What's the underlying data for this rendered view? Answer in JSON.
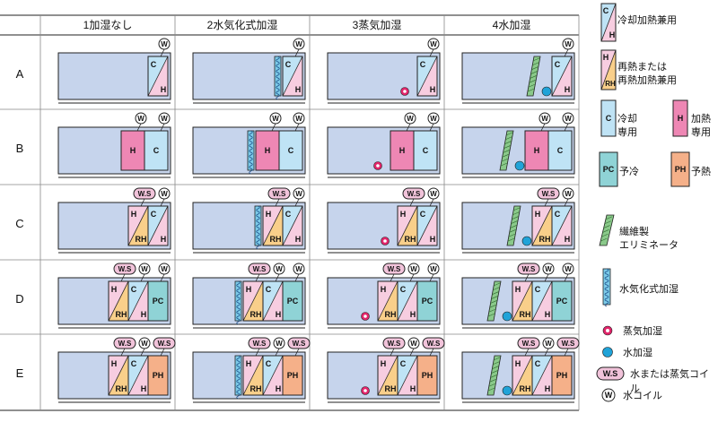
{
  "columns": [
    "1加湿なし",
    "2水気化式加湿",
    "3蒸気加湿",
    "4水加湿"
  ],
  "rows": [
    "A",
    "B",
    "C",
    "D",
    "E"
  ],
  "humidifier_types": [
    "none",
    "vaporizing",
    "steam",
    "water"
  ],
  "row_coils": {
    "A": [
      {
        "kind": "CH",
        "top": "C",
        "bottom": "H",
        "conn": [
          "W"
        ]
      }
    ],
    "B": [
      {
        "kind": "H",
        "top": "H",
        "conn": [
          "W"
        ]
      },
      {
        "kind": "C",
        "top": "C",
        "conn": [
          "W"
        ]
      }
    ],
    "C": [
      {
        "kind": "HRH",
        "top": "H",
        "bottom": "RH",
        "conn": [
          "W.S"
        ]
      },
      {
        "kind": "CH",
        "top": "C",
        "bottom": "H",
        "conn": [
          "W"
        ]
      }
    ],
    "D": [
      {
        "kind": "HRH",
        "top": "H",
        "bottom": "RH",
        "conn": [
          "W.S"
        ]
      },
      {
        "kind": "CH",
        "top": "C",
        "bottom": "H",
        "conn": [
          "W"
        ]
      },
      {
        "kind": "PC",
        "top": "PC",
        "conn": [
          "W"
        ]
      }
    ],
    "E": [
      {
        "kind": "HRH",
        "top": "H",
        "bottom": "RH",
        "conn": [
          "W.S"
        ]
      },
      {
        "kind": "CH",
        "top": "C",
        "bottom": "H",
        "conn": [
          "W"
        ]
      },
      {
        "kind": "PH",
        "top": "PH",
        "conn": [
          "W.S"
        ]
      }
    ]
  },
  "legend": {
    "ch": {
      "top": "C",
      "bottom": "H",
      "text": "冷却加熱兼用"
    },
    "hrh": {
      "top": "H",
      "bottom": "RH",
      "line1": "再熱または",
      "line2": "再熱加熱兼用"
    },
    "c": {
      "badge": "C",
      "line1": "冷却",
      "line2": "専用"
    },
    "h": {
      "badge": "H",
      "line1": "加熱",
      "line2": "専用"
    },
    "pc": {
      "badge": "PC",
      "text": "予冷"
    },
    "ph": {
      "badge": "PH",
      "text": "予熱"
    },
    "eliminator": {
      "line1": "繊維製",
      "line2": "エリミネータ"
    },
    "vaporizing": {
      "text": "水気化式加湿"
    },
    "steam": {
      "text": "蒸気加湿"
    },
    "water": {
      "text": "水加湿"
    },
    "ws": {
      "badge": "W.S",
      "text": "水または蒸気コイル"
    },
    "w": {
      "badge": "W",
      "text": "水コイル"
    }
  },
  "colors": {
    "duct": "#c6d4ec",
    "cooling": "#bfe3f5",
    "heating": "#f3b6cd",
    "reheat": "#f9cf8a",
    "precool": "#8fd3d6",
    "preheat": "#f5b089",
    "hotpink": "#ee87b4",
    "steam": "#e2246a",
    "water": "#20a3d8",
    "eliminator": "#8ac98a",
    "vaporizer": "#7ccbe8",
    "ws_badge": "#f1c3da",
    "line": "#222222"
  }
}
